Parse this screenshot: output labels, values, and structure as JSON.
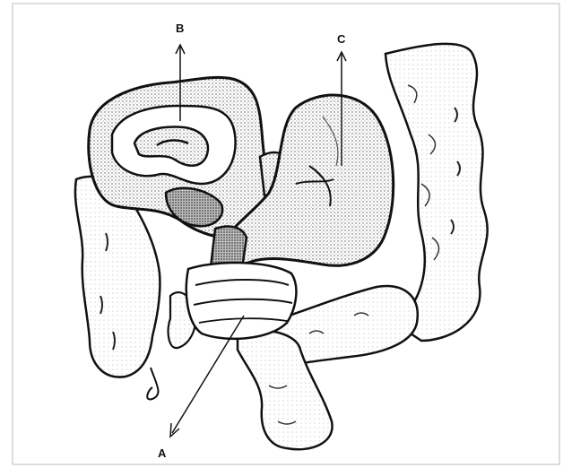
{
  "labels": {
    "a": "A",
    "b": "B",
    "c": "C"
  },
  "colors": {
    "ink": "#111111",
    "paper": "#ffffff",
    "shade": "#6e6e6e",
    "frame": "#d2d2d2"
  }
}
